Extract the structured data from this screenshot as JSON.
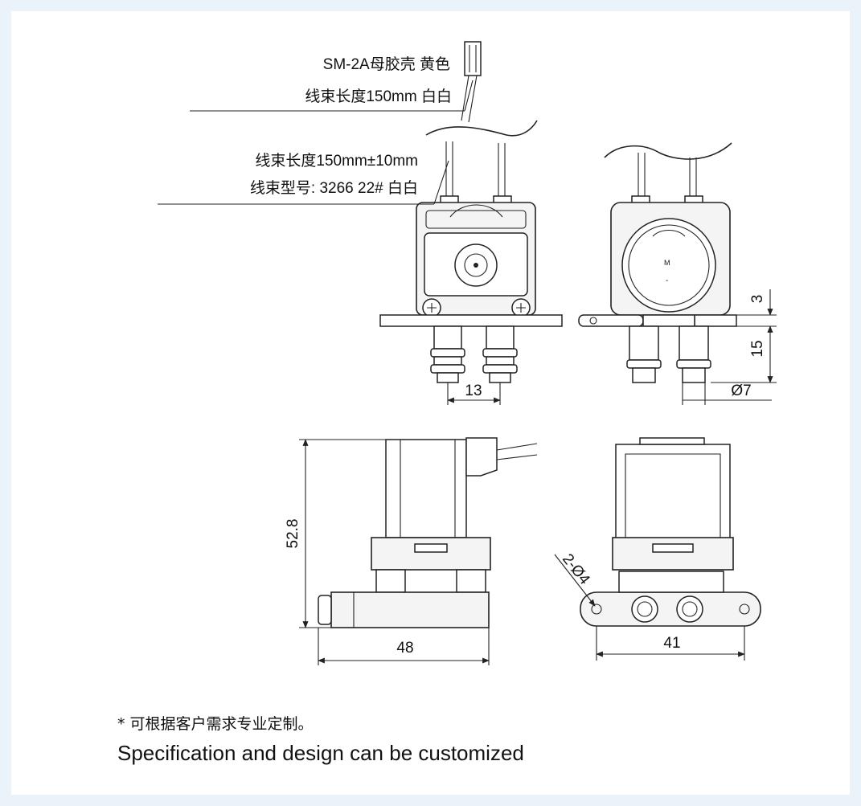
{
  "callouts": {
    "connector_line1": "SM-2A母胶壳 黄色",
    "connector_line2": "线束长度150mm 白白",
    "harness_line1": "线束长度150mm±10mm",
    "harness_line2": "线束型号: 3266 22# 白白"
  },
  "dimensions": {
    "outlet_spacing": "13",
    "flange_thickness": "3",
    "nozzle_length": "15",
    "nozzle_diameter": "Ø7",
    "height": "52.8",
    "length": "48",
    "mount_holes": "2-Ø4",
    "width": "41"
  },
  "footnote": {
    "chinese": "* 可根据客户需求专业定制。",
    "english": "Specification and design can be customized"
  },
  "colors": {
    "page_border": "#eaf3f9",
    "line": "#222222",
    "background": "#ffffff"
  }
}
